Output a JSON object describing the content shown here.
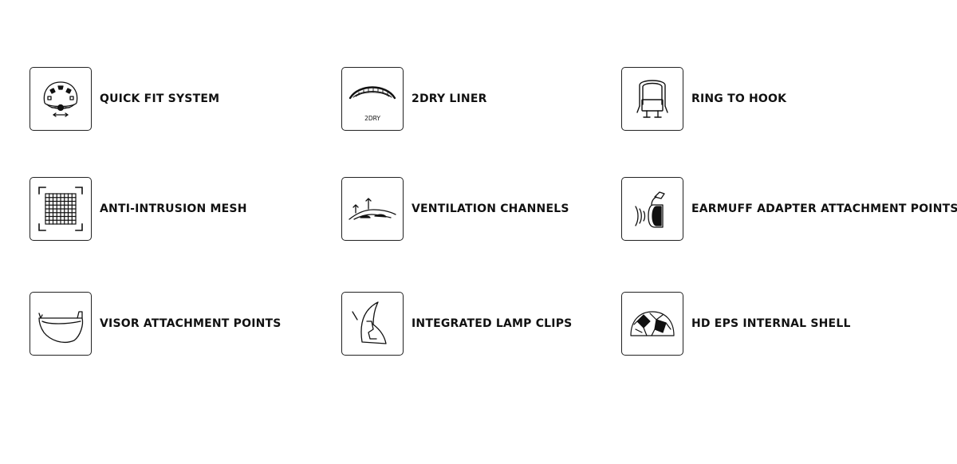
{
  "features": [
    {
      "label": "QUICK FIT SYSTEM",
      "icon": "helmet-adjust-icon"
    },
    {
      "label": "2DRY LINER",
      "icon": "liner-icon",
      "icon_text": "2DRY"
    },
    {
      "label": "RING TO HOOK",
      "icon": "ring-hook-icon"
    },
    {
      "label": "ANTI-INTRUSION MESH",
      "icon": "mesh-icon"
    },
    {
      "label": "VENTILATION CHANNELS",
      "icon": "ventilation-icon"
    },
    {
      "label": "EARMUFF ADAPTER ATTACHMENT POINTS",
      "icon": "earmuff-icon"
    },
    {
      "label": "VISOR ATTACHMENT POINTS",
      "icon": "visor-icon"
    },
    {
      "label": "INTEGRATED LAMP CLIPS",
      "icon": "lamp-clip-icon"
    },
    {
      "label": "HD EPS INTERNAL SHELL",
      "icon": "eps-shell-icon"
    }
  ]
}
